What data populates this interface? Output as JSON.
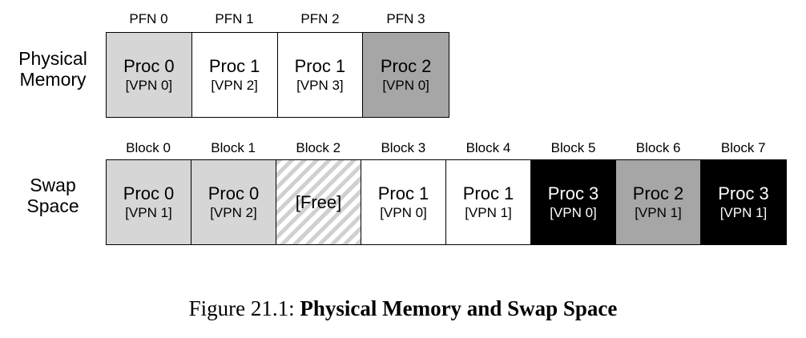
{
  "physical": {
    "label": [
      "Physical",
      "Memory"
    ],
    "frames": [
      {
        "header": "PFN 0",
        "proc": "Proc 0",
        "vpn": "[VPN 0]",
        "fill": "#d6d6d6",
        "text": "#000000"
      },
      {
        "header": "PFN 1",
        "proc": "Proc 1",
        "vpn": "[VPN 2]",
        "fill": "#ffffff",
        "text": "#000000"
      },
      {
        "header": "PFN 2",
        "proc": "Proc 1",
        "vpn": "[VPN 3]",
        "fill": "#ffffff",
        "text": "#000000"
      },
      {
        "header": "PFN 3",
        "proc": "Proc 2",
        "vpn": "[VPN 0]",
        "fill": "#a6a6a6",
        "text": "#000000"
      }
    ]
  },
  "swap": {
    "label": [
      "Swap",
      "Space"
    ],
    "blocks": [
      {
        "header": "Block 0",
        "proc": "Proc 0",
        "vpn": "[VPN 1]",
        "fill": "#d6d6d6",
        "text": "#000000"
      },
      {
        "header": "Block 1",
        "proc": "Proc 0",
        "vpn": "[VPN 2]",
        "fill": "#d6d6d6",
        "text": "#000000"
      },
      {
        "header": "Block 2",
        "proc": "[Free]",
        "vpn": "",
        "fill": "hatched",
        "text": "#000000"
      },
      {
        "header": "Block 3",
        "proc": "Proc 1",
        "vpn": "[VPN 0]",
        "fill": "#ffffff",
        "text": "#000000"
      },
      {
        "header": "Block 4",
        "proc": "Proc 1",
        "vpn": "[VPN 1]",
        "fill": "#ffffff",
        "text": "#000000"
      },
      {
        "header": "Block 5",
        "proc": "Proc 3",
        "vpn": "[VPN 0]",
        "fill": "#000000",
        "text": "#ffffff"
      },
      {
        "header": "Block 6",
        "proc": "Proc 2",
        "vpn": "[VPN 1]",
        "fill": "#a6a6a6",
        "text": "#000000"
      },
      {
        "header": "Block 7",
        "proc": "Proc 3",
        "vpn": "[VPN 1]",
        "fill": "#000000",
        "text": "#ffffff"
      }
    ]
  },
  "caption": {
    "prefix": "Figure 21.1: ",
    "title": "Physical Memory and Swap Space"
  }
}
